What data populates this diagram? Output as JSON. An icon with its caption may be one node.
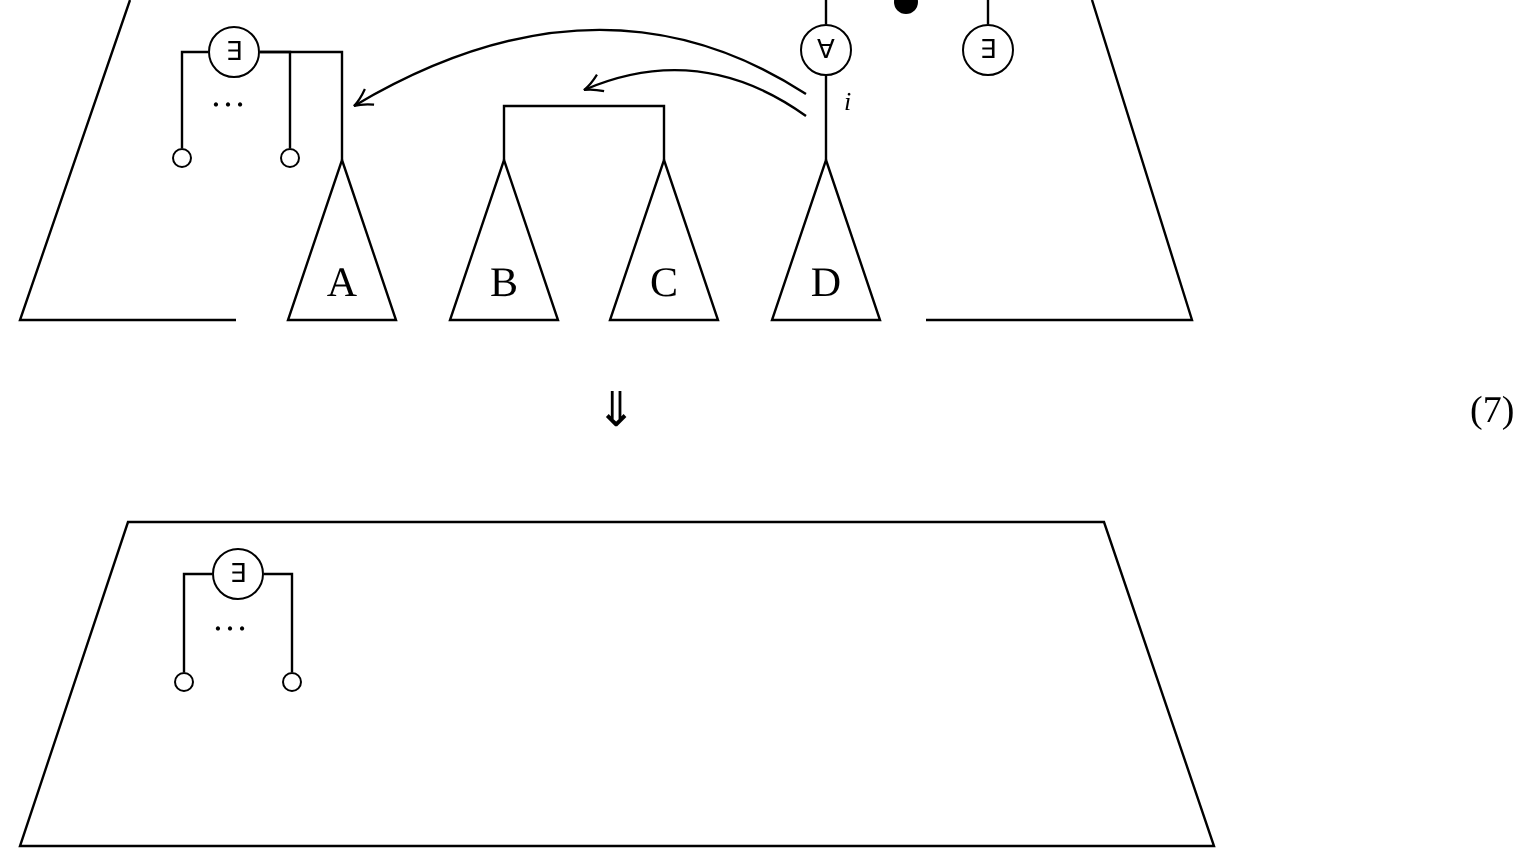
{
  "diagram": {
    "nodes": [
      {
        "text": [],
        "shape": "trapezoid"
      },
      {
        "text": [
          "∃"
        ],
        "in": 0
      },
      {
        "text": [],
        "shape": "circle",
        "in": 0
      },
      {
        "text": [],
        "shape": "circle",
        "in": 0
      },
      {
        "text": [
          "A"
        ],
        "in": 0
      },
      {
        "text": [
          "B"
        ],
        "in": 0
      },
      {
        "text": [
          "C"
        ],
        "in": 0
      },
      {
        "text": [
          "∀"
        ],
        "in": 0,
        "beside": [
          "i"
        ]
      },
      {
        "text": [
          "D"
        ],
        "in": 0
      },
      {
        "text": [],
        "shape": "dot",
        "in": 0
      },
      {
        "text": [
          "∃"
        ],
        "in": 0
      },
      {
        "text": [],
        "shape": "trapezoid"
      },
      {
        "text": [
          "∃"
        ],
        "in": 11
      },
      {
        "text": [],
        "shape": "circle",
        "in": 11
      },
      {
        "text": [],
        "shape": "circle",
        "in": 11
      }
    ],
    "edges": [
      {
        "from": 1,
        "to": 2,
        "arrow": "none"
      },
      {
        "from": 1,
        "to": 3,
        "arrow": "none"
      },
      {
        "from": 1,
        "to": 4,
        "arrow": "none"
      },
      {
        "from": 5,
        "to": 6,
        "arrow": "none"
      },
      {
        "from": 7,
        "to": 8,
        "arrow": "none"
      },
      {
        "from": 7,
        "to": null,
        "arrow": "none"
      },
      {
        "from": 10,
        "to": null,
        "arrow": "none"
      },
      {
        "from": 7,
        "to": 4,
        "arrow": "to"
      },
      {
        "from": 7,
        "to": null,
        "arrow": "to"
      },
      {
        "from": 12,
        "to": 13,
        "arrow": "none"
      },
      {
        "from": 12,
        "to": 14,
        "arrow": "none"
      }
    ],
    "labels": [
      "…",
      "⇓",
      "(7)",
      "…"
    ]
  }
}
